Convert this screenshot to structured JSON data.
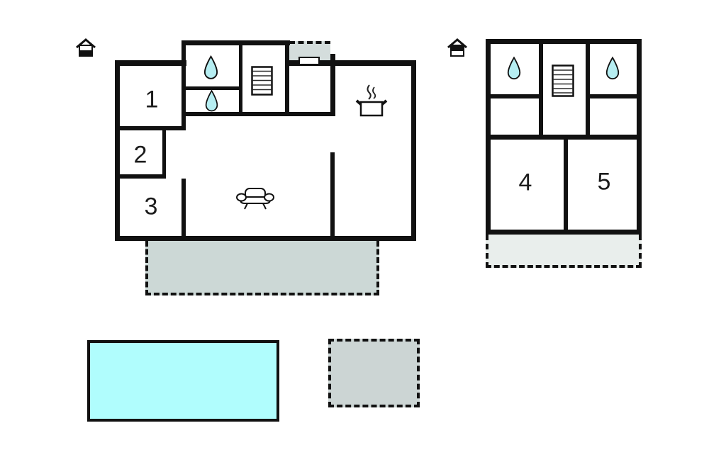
{
  "colors": {
    "background": "#ffffff",
    "wall": "#111111",
    "label_text": "#1c1c1c",
    "water_drop": "#b6eef2",
    "pool": "#b0fdfd",
    "terrace_ground": "#ccd8d6",
    "terrace_upper": "#e9eeec",
    "porch": "#d4dddc",
    "patio": "#ccd5d4"
  },
  "ground_floor": {
    "house_icon": "house-ground-floor-icon",
    "rooms": [
      {
        "id": "room-1",
        "label": "1"
      },
      {
        "id": "room-2",
        "label": "2"
      },
      {
        "id": "room-3",
        "label": "3"
      }
    ],
    "icons": [
      "water-drop-icon",
      "water-drop-icon",
      "staircase-icon",
      "stove-icon",
      "sofa-icon"
    ],
    "areas": [
      "entry-porch",
      "terrace"
    ]
  },
  "upper_floor": {
    "house_icon": "house-upper-floor-icon",
    "rooms": [
      {
        "id": "room-4",
        "label": "4"
      },
      {
        "id": "room-5",
        "label": "5"
      }
    ],
    "icons": [
      "water-drop-icon",
      "staircase-icon",
      "water-drop-icon"
    ],
    "areas": [
      "terrace"
    ]
  },
  "outdoor": {
    "pool": "swimming-pool",
    "patio": "patio"
  }
}
